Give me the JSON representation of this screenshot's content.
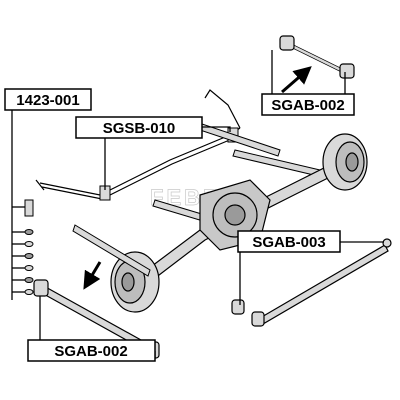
{
  "callouts": [
    {
      "id": "top-right",
      "label": "SGAB-002"
    },
    {
      "id": "stabilizer",
      "label": "SGSB-010"
    },
    {
      "id": "left-kit",
      "label": "1423-001"
    },
    {
      "id": "right-rod",
      "label": "SGAB-003"
    },
    {
      "id": "bottom-left",
      "label": "SGAB-002"
    }
  ],
  "watermark": "FEBEST",
  "colors": {
    "line": "#000000",
    "part": "#d9d9d9",
    "dark": "#9a9a9a"
  }
}
